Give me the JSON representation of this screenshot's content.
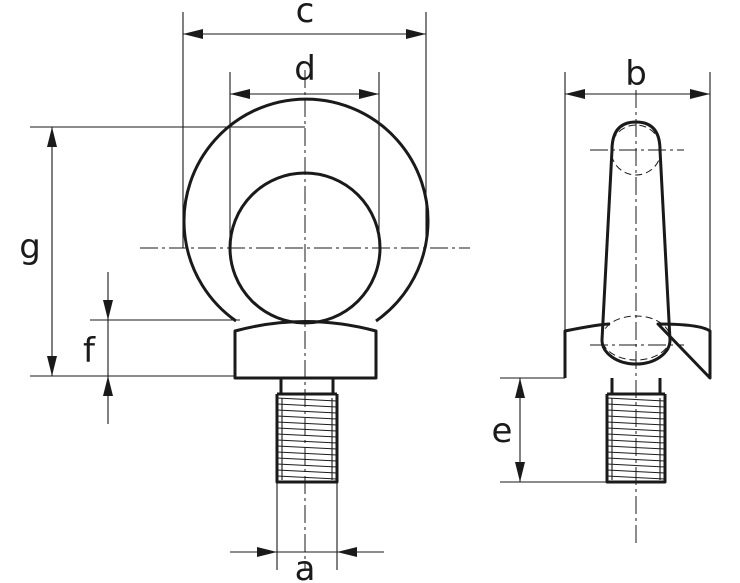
{
  "dimension_labels": {
    "a": "a",
    "b": "b",
    "c": "c",
    "d": "d",
    "e": "e",
    "f": "f",
    "g": "g"
  }
}
